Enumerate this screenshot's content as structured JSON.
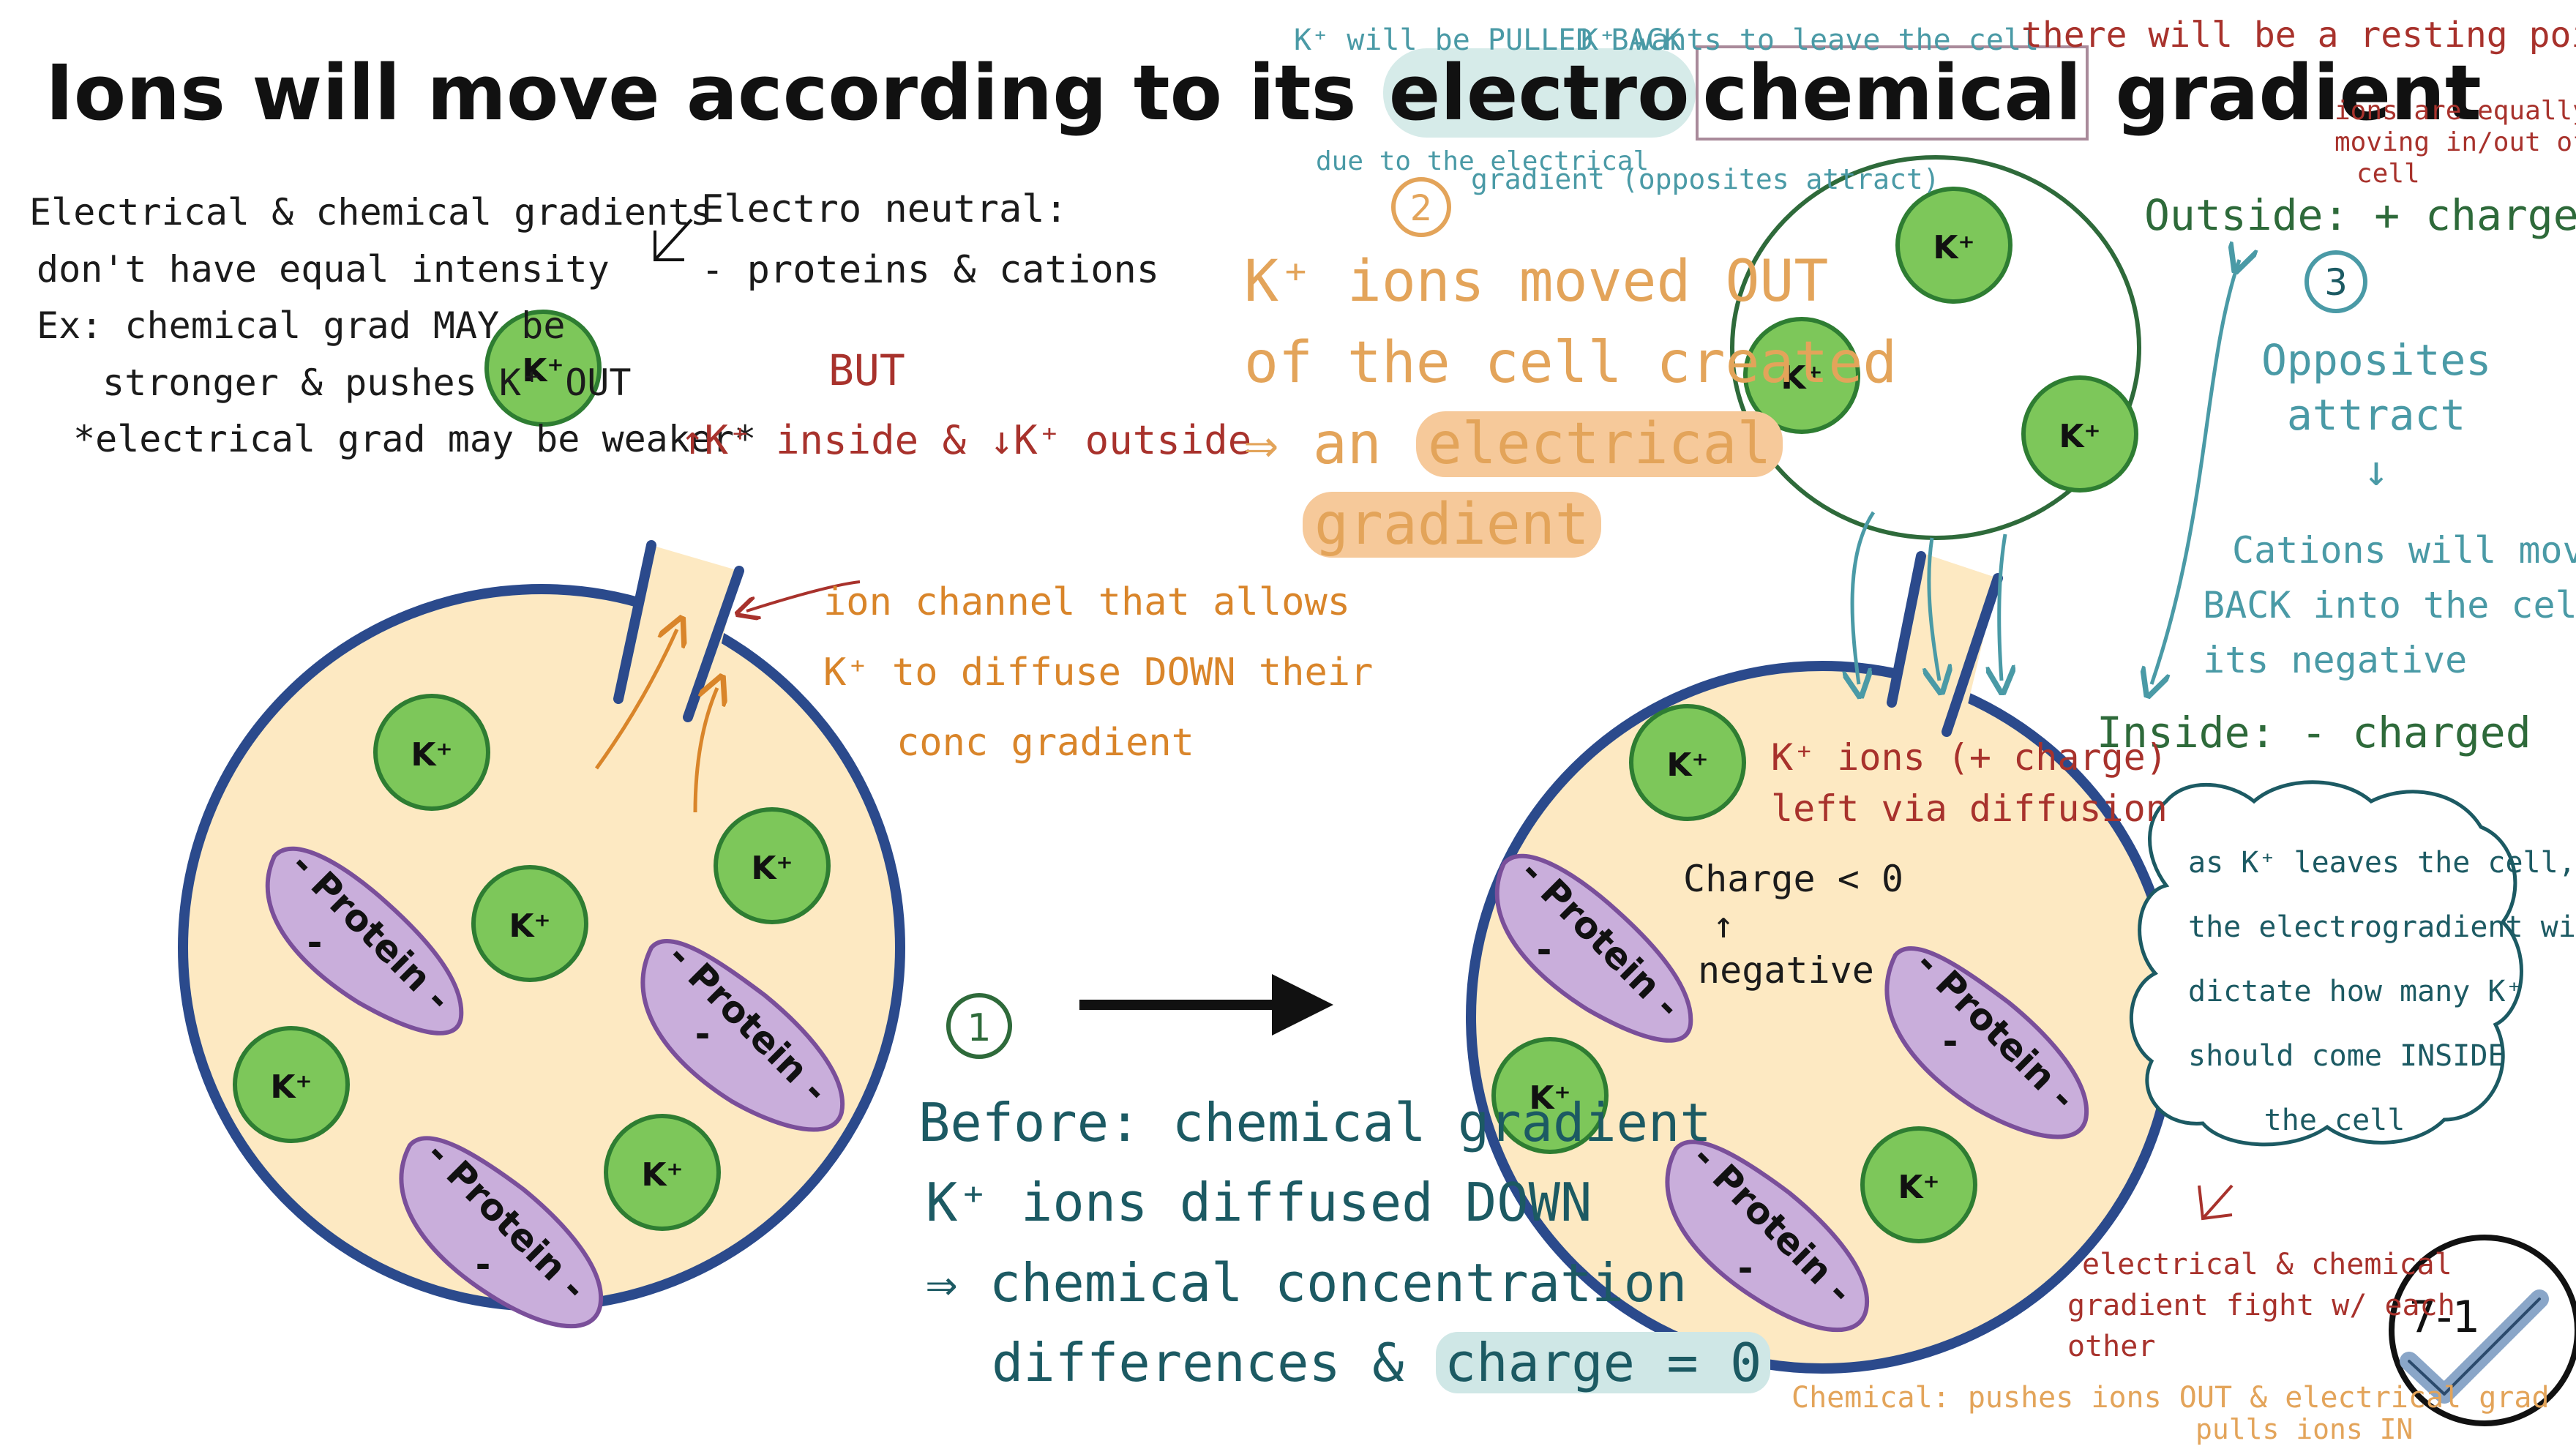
{
  "title": {
    "prefix": "Ions will move according to its ",
    "highlight": "electro",
    "boxed": "chemical",
    "suffix": " gradient"
  },
  "labels": {
    "k": "K⁺",
    "protein": "- Protein -",
    "protein_minus": "-",
    "badge": "7-1"
  },
  "notes": {
    "left_gradients": [
      "Electrical & chemical gradients",
      "don't have equal intensity",
      "Ex: chemical grad MAY be",
      "stronger & pushes K⁺ OUT",
      "*electrical grad may be weaker*"
    ],
    "electroneutral": [
      "Electro neutral:",
      "- proteins & cations"
    ],
    "but": "BUT",
    "inside_outside": "↑K⁺ inside & ↓K⁺ outside",
    "ion_channel": [
      "ion channel that allows",
      "K⁺ to diffuse DOWN their",
      "conc gradient"
    ],
    "step1_num": "1",
    "before": [
      "Before: chemical gradient",
      "K⁺ ions diffused DOWN",
      "⇒ chemical concentration",
      "differences &"
    ],
    "charge_zero": "charge = 0",
    "pulled_back": "K⁺ will be PULLED BACK",
    "wants_leave": "K⁺ wants to leave the cell",
    "due_electrical": "due to the electrical",
    "gradient_opposites": "gradient (opposites attract)",
    "step2_num": "2",
    "k_moved": [
      "K⁺ ions moved OUT",
      "of the cell created",
      "⇒ an"
    ],
    "electrical_hl": "electrical",
    "gradient_hl": "gradient",
    "resting_point": "there will be a resting point",
    "ions_equal": [
      "ions are equally",
      "moving in/out of the",
      "cell"
    ],
    "outside": "Outside: + charged",
    "step3_num": "3",
    "opposites_attract": [
      "Opposites",
      "attract",
      "↓"
    ],
    "cations_move": [
      "Cations will move",
      "BACK into the cell bc",
      "its negative"
    ],
    "inside": "Inside: - charged",
    "k_ions_charge": [
      "K⁺ ions (+ charge)",
      "left via diffusion"
    ],
    "charge_lt": [
      "Charge < 0",
      "↑",
      "negative"
    ],
    "cloud": [
      "as K⁺ leaves the cell,",
      "the electrogradient will",
      "dictate how many K⁺",
      "should come INSIDE",
      "the cell"
    ],
    "fight": [
      "electrical & chemical",
      "gradient fight w/ each",
      "other"
    ],
    "chemical_pushes": "Chemical: pushes ions OUT & electrical grad",
    "pulls_in": "pulls ions IN"
  },
  "colors": {
    "cell_fill": "#fde9c2",
    "membrane": "#2b4a8c",
    "ion_fill": "#7dc75a",
    "ion_stroke": "#2e7d32",
    "protein_fill": "#c9aedb",
    "protein_stroke": "#7a4f9a"
  }
}
